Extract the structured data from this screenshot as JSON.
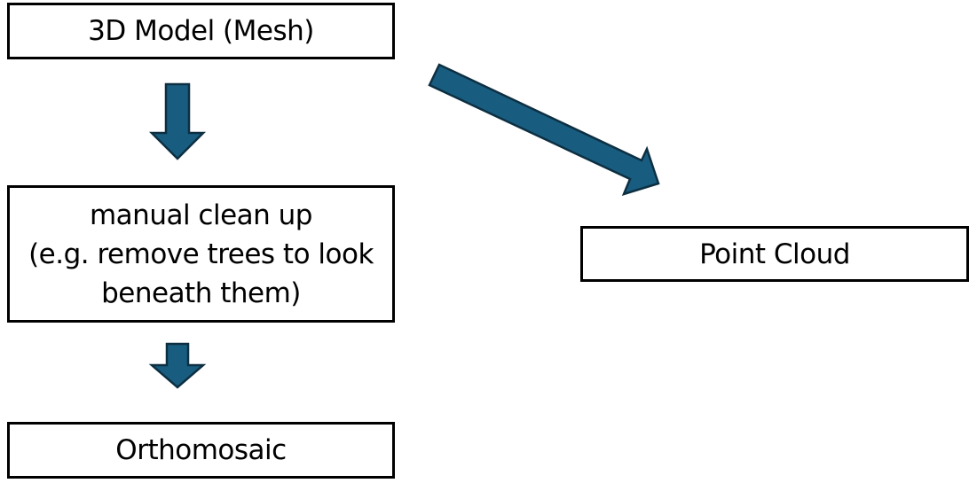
{
  "diagram": {
    "nodes": {
      "mesh": {
        "label": "3D Model (Mesh)"
      },
      "cleanup": {
        "lines": [
          "manual clean up",
          "(e.g. remove trees to look",
          "beneath them)"
        ]
      },
      "orthomosaic": {
        "label": "Orthomosaic"
      },
      "point_cloud": {
        "label": "Point Cloud"
      }
    },
    "edges": [
      {
        "from": "3D Model (Mesh)",
        "to": "manual clean up"
      },
      {
        "from": "manual clean up",
        "to": "Orthomosaic"
      },
      {
        "from": "3D Model (Mesh)",
        "to": "Point Cloud"
      }
    ],
    "colors": {
      "arrow_fill": "#185d80",
      "arrow_stroke": "#0d2f42",
      "box_border": "#000000",
      "background": "#ffffff"
    }
  }
}
